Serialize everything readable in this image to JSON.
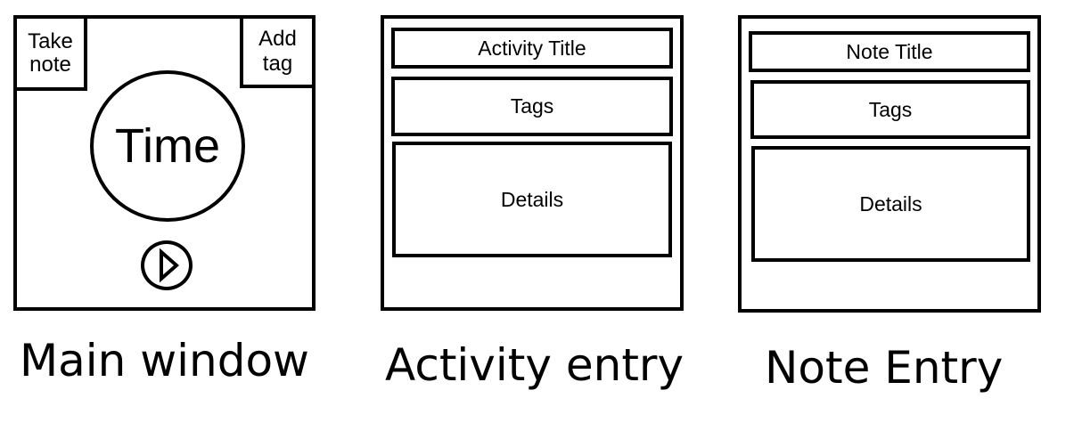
{
  "main_window": {
    "take_note_label": "Take\nnote",
    "add_tag_label": "Add\ntag",
    "time_label": "Time",
    "play_icon": "play-icon",
    "caption": "Main window"
  },
  "activity_entry": {
    "title_label": "Activity Title",
    "tags_label": "Tags",
    "details_label": "Details",
    "caption": "Activity entry"
  },
  "note_entry": {
    "title_label": "Note Title",
    "tags_label": "Tags",
    "details_label": "Details",
    "caption": "Note Entry"
  },
  "colors": {
    "stroke": "#000000",
    "background": "#ffffff"
  }
}
